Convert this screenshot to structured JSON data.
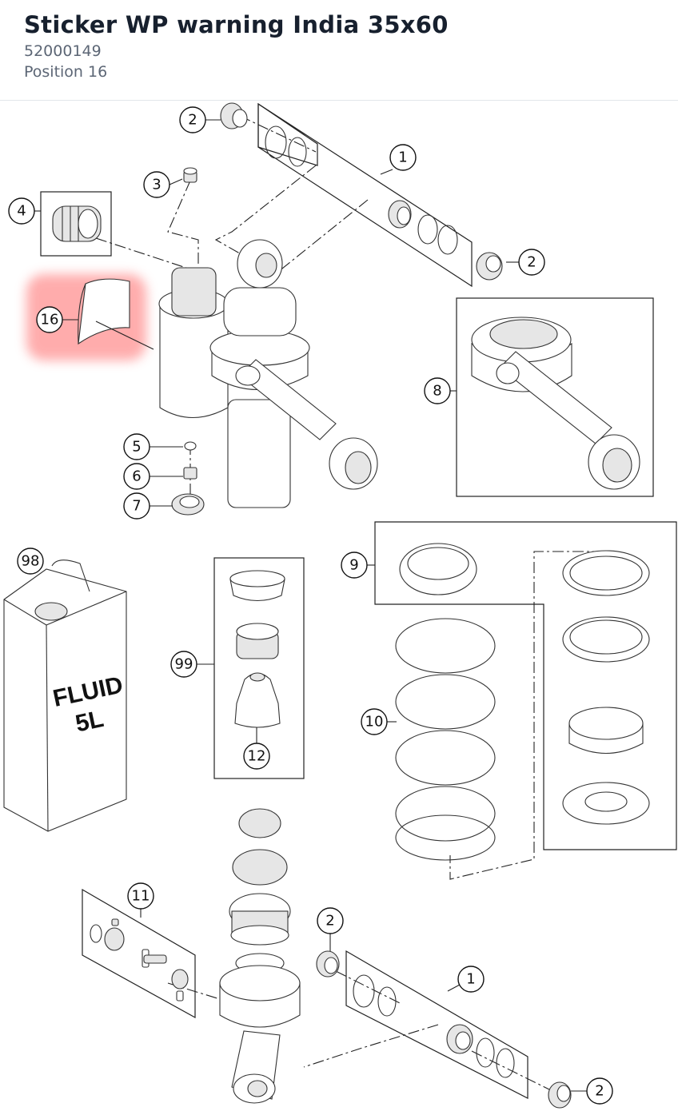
{
  "header": {
    "title": "Sticker WP warning India 35x60",
    "part_number": "52000149",
    "position": "Position 16"
  },
  "diagram": {
    "highlight_color": "#ff8a8a",
    "callouts": {
      "c1a": "1",
      "c1b": "1",
      "c2a": "2",
      "c2b": "2",
      "c2c": "2",
      "c2d": "2",
      "c3": "3",
      "c4": "4",
      "c5": "5",
      "c6": "6",
      "c7": "7",
      "c8": "8",
      "c9": "9",
      "c10": "10",
      "c11": "11",
      "c12": "12",
      "c16": "16",
      "c98": "98",
      "c99": "99"
    },
    "canister_label": {
      "line1": "FLUID",
      "line2": "5L"
    }
  }
}
